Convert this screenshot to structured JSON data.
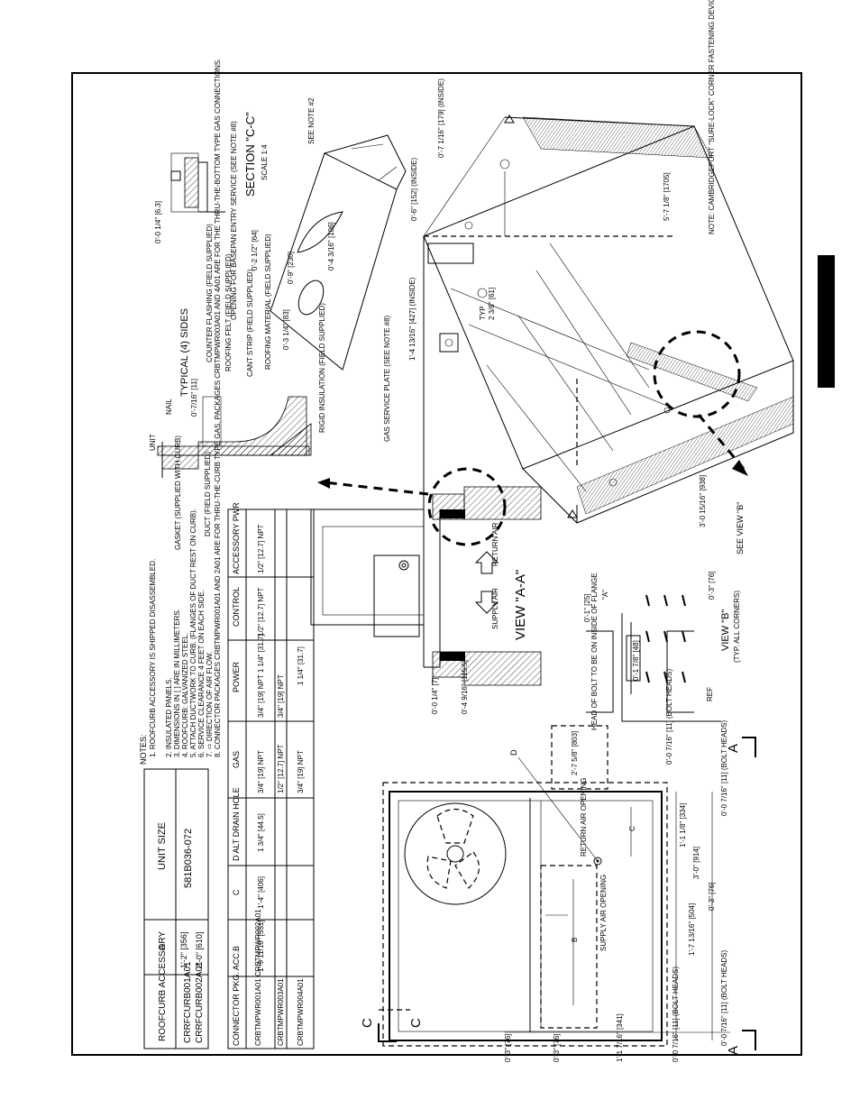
{
  "table1": {
    "headers": [
      "ROOFCURB ACCESSORY",
      "A",
      "UNIT SIZE"
    ],
    "rows": [
      [
        "CRRFCURB001A01",
        "1'-2\" [356]",
        "581B036-072"
      ],
      [
        "CRRFCURB002A01",
        "2'-0\" [610]",
        ""
      ]
    ]
  },
  "table2": {
    "headers": [
      "CONNECTOR PKG. ACC.",
      "B",
      "C",
      "D ALT DRAIN HOLE",
      "GAS",
      "POWER",
      "CONTROL",
      "ACCESSORY PWR"
    ],
    "rows": [
      [
        "CRBTMPWR001A01 CRBTMPWR002A01",
        "1'-9 11/16\" [551]",
        "1'-4\" [406]",
        "1 3/4\" [44.5]",
        "3/4\" [19] NPT",
        "3/4\" [19] NPT 1 1/4\" [31.7]",
        "1/2\" [12.7] NPT",
        "1/2\" [12.7] NPT"
      ],
      [
        "CRBTMPWR003A01",
        "",
        "",
        "",
        "1/2\" [12.7] NPT",
        "3/4\" [19] NPT",
        "",
        ""
      ],
      [
        "CRBTMPWR004A01",
        "",
        "",
        "",
        "3/4\" [19] NPT",
        "1 1/4\" [31.7]",
        "",
        ""
      ]
    ]
  },
  "notes": {
    "title": "NOTES:",
    "items": [
      "1. ROOFCURB ACCESSORY IS SHIPPED DISASSEMBLED.",
      "2. INSULATED PANELS.",
      "3. DIMENSIONS IN [ ] ARE IN MILLIMETERS.",
      "4. ROOFCURB: GALVANIZED STEEL.",
      "5. ATTACH DUCTWORK TO CURB. (FLANGES OF DUCT REST ON CURB).",
      "6. SERVICE CLEARANCE 4 FEET ON EACH SIDE.",
      "7. ⇨ DIRECTION OF AIR FLOW.",
      "8. CONNECTOR PACKAGES CRBTMPWR001A01 AND 2A01 ARE FOR THRU-THE-CURB TYPE GAS. PACKAGES CRBTMPWR003A01 AND 4A01 ARE FOR THE THRU-THE-BOTTOM TYPE GAS CONNECTIONS."
    ]
  },
  "labels": {
    "gasket": "GASKET (SUPPLIED WITH CURB)",
    "duct": "DUCT (FIELD SUPPLIED)",
    "unit": "UNIT",
    "nail": "NAIL",
    "dim_7_16": "0'-7/16\" [11]",
    "roofing_felt": "ROOFING FELT (FIELD SUPPLIED)",
    "cant_strip": "CANT STRIP (FIELD SUPPLIED)",
    "roofing_material": "ROOFING MATERIAL (FIELD SUPPLIED)",
    "counter_flashing": "COUNTER FLASHING (FIELD SUPPLIED)",
    "typical_sides": "TYPICAL (4) SIDES",
    "rigid_insulation": "RIGID INSULATION (FIELD SUPPLIED)",
    "section_cc": "SECTION \"C-C\"",
    "scale": "SCALE 1:4",
    "dim_1_4": "0'-0 1/4\" [6.3]",
    "see_note_2": "SEE NOTE #2",
    "basepan_opening": "OPENING FOR BASEPAN ENTRY SERVICE (SEE NOTE #8)",
    "gas_service_plate": "GAS SERVICE PLATE (SEE NOTE #8)",
    "dim_9": "0'-9\" [230]",
    "dim_2_half": "0'-2 1/2\" [64]",
    "dim_4_3_16": "0'-4 3/16\" [106]",
    "dim_3_quarter": "0'-3 1/4\" [83]",
    "dim_1_4_13_16": "1'-4 13/16\" [427] (INSIDE)",
    "typ": "TYP",
    "dim_2_3_8": "2 3/8\" [61]",
    "dim_6": "0'-6\" [152] (INSIDE)",
    "dim_7_1_16": "0'-7 1/16\" [179] (INSIDE)",
    "dim_5_7_8": "5'-7 1/8\" [1705]",
    "dim_3_0_15_16": "3'-0 15/16\" [938]",
    "see_view_b": "SEE VIEW \"B\"",
    "note_cambridgeport": "NOTE: CAMBRIDGEPORT \"SURE-LOCK\" CORNER FASTENING DEVICE IS ACCEPTABLE ALTERNATE CONSTRUCTION.",
    "view_aa": "VIEW \"A-A\"",
    "supply_air": "SUPPLY AIR",
    "return_air": "RETURN AIR",
    "dim_4_9_16": "0'-4 9/16\" [115.5]",
    "dim_0_1_4": "0'-0 1/4\" [7]",
    "head_of_bolt": "HEAD OF BOLT TO BE ON INSIDE OF FLANGE",
    "dim_1_7_8": "0'-1 7/8\" [48]",
    "dim_1": "0'-1\" [25]",
    "a_label": "\"A\"",
    "dim_3_top": "0'-3\" [76]",
    "view_b": "VIEW \"B\"",
    "view_b_sub": "(TYP. ALL CORNERS)",
    "ref": "REF",
    "supply_air_opening": "SUPPLY AIR OPENING",
    "return_air_opening": "RETURN AIR OPENING",
    "dim_2_7_5_8": "2'-7 5/8\" [803]",
    "letter_d": "D",
    "letter_b": "B",
    "letter_c": "C",
    "letter_a": "A",
    "cut_c": "C",
    "dim_3_left": "0'-3\" [76]",
    "dim_3_left2": "0'-3\" [76]",
    "dim_1_1_7_16": "1'-1 7/16\" [341]",
    "bolt_heads_left": "0'-0 7/16\" [11] (BOLT HEADS)",
    "dim_1_7_13_16": "1'-7 13/16\" [504]",
    "dim_3_mid": "0'-3\" [76]",
    "dim_3_0": "3'-0\" [914]",
    "dim_1_1_8": "1'-1 1/8\" [334]",
    "bolt_heads_right": "0'-0 7/16\" [11] (BOLT HEADS)",
    "bolt_heads_bottom": "0'-0 7/16\" [11] (BOLT HEADS)",
    "bolt_heads_bottom2": "0'-0 7/16\" [11] (BOLT HEADS)"
  }
}
